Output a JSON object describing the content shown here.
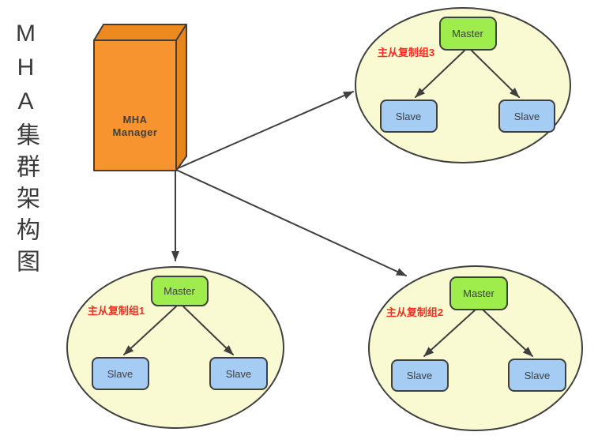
{
  "page": {
    "title": "MHA集群架构图",
    "background": "#FFFFFF"
  },
  "manager": {
    "name": "MHA Manager",
    "label_line1": "MHA",
    "label_line2": "Manager"
  },
  "groups": [
    {
      "id": "group3",
      "label": "主从复制组3",
      "master_label": "Master",
      "slaves": [
        "Slave",
        "Slave"
      ]
    },
    {
      "id": "group1",
      "label": "主从复制组1",
      "master_label": "Master",
      "slaves": [
        "Slave",
        "Slave"
      ]
    },
    {
      "id": "group2",
      "label": "主从复制组2",
      "master_label": "Master",
      "slaves": [
        "Slave",
        "Slave"
      ]
    }
  ],
  "colors": {
    "manager_front": "#F79430",
    "manager_top": "#EC8A20",
    "manager_side": "#E7851E",
    "ellipse_fill": "#FAFAD2",
    "master_fill": "#9EED4D",
    "slave_fill": "#A5CCF3",
    "group_label": "#F92C1E",
    "outline": "#3F3F3F"
  }
}
